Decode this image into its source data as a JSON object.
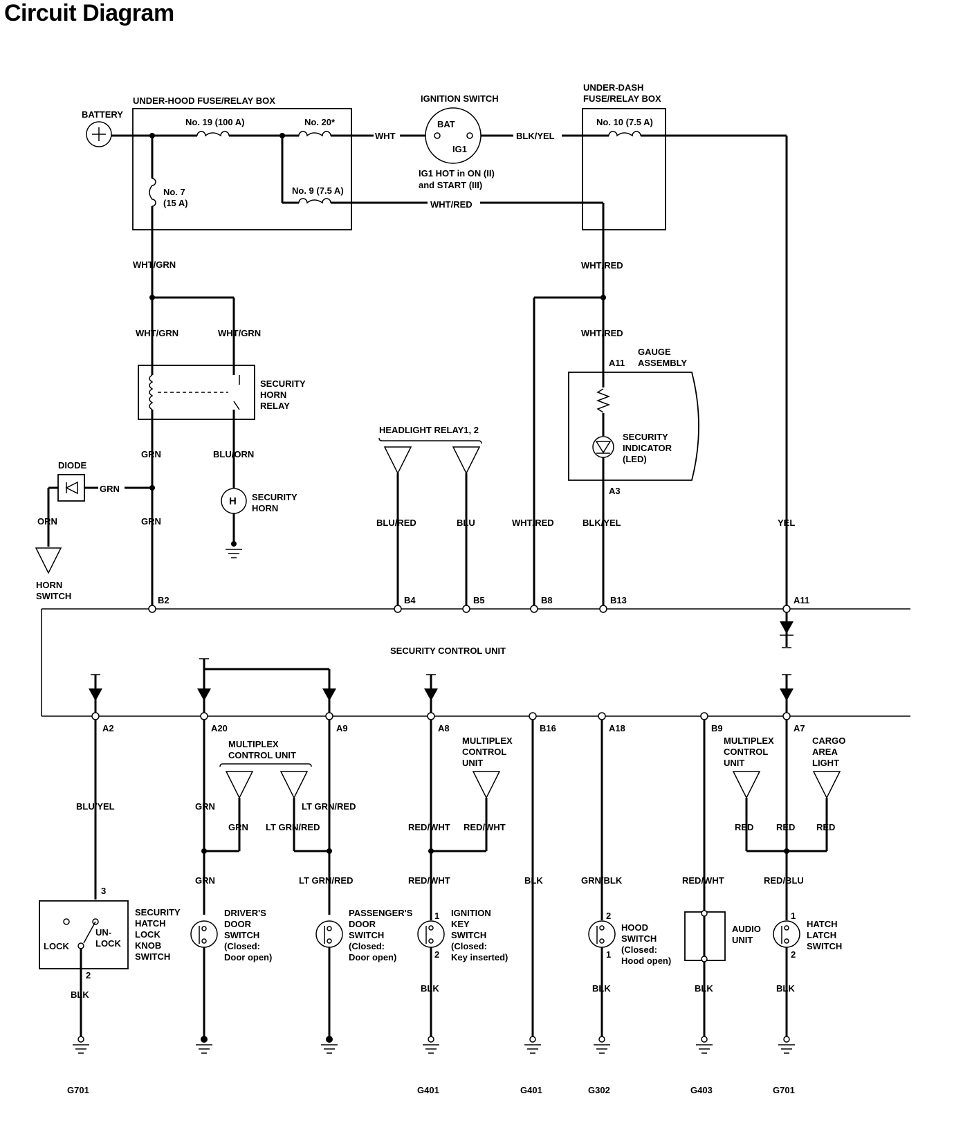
{
  "title": "Circuit Diagram",
  "components": {
    "battery": "BATTERY",
    "under_hood_box": "UNDER-HOOD FUSE/RELAY BOX",
    "fuse19": "No. 19 (100 A)",
    "fuse20": "No. 20*",
    "fuse7_a": "No. 7",
    "fuse7_b": "(15 A)",
    "fuse9": "No. 9 (7.5 A)",
    "ignition_switch": "IGNITION SWITCH",
    "bat": "BAT",
    "ig1": "IG1",
    "ig_note_1": "IG1 HOT in ON (II)",
    "ig_note_2": "and START (III)",
    "under_dash_box_1": "UNDER-DASH",
    "under_dash_box_2": "FUSE/RELAY BOX",
    "fuse10": "No. 10 (7.5 A)",
    "relay_1": "SECURITY",
    "relay_2": "HORN",
    "relay_3": "RELAY",
    "diode": "DIODE",
    "horn_1": "SECURITY",
    "horn_2": "HORN",
    "horn_switch_1": "HORN",
    "horn_switch_2": "SWITCH",
    "headlight_relay": "HEADLIGHT RELAY1, 2",
    "gauge_1": "GAUGE",
    "gauge_2": "ASSEMBLY",
    "indicator_1": "SECURITY",
    "indicator_2": "INDICATOR",
    "indicator_3": "(LED)",
    "scu": "SECURITY CONTROL UNIT",
    "mcu_left_1": "MULTIPLEX",
    "mcu_left_2": "CONTROL UNIT",
    "mcu_mid_1": "MULTIPLEX",
    "mcu_mid_2": "CONTROL",
    "mcu_mid_3": "UNIT",
    "mcu_right_1": "MULTIPLEX",
    "mcu_right_2": "CONTROL",
    "mcu_right_3": "UNIT",
    "cargo_1": "CARGO",
    "cargo_2": "AREA",
    "cargo_3": "LIGHT",
    "hatch_lock_1": "SECURITY",
    "hatch_lock_2": "HATCH",
    "hatch_lock_3": "LOCK",
    "hatch_lock_4": "KNOB",
    "hatch_lock_5": "SWITCH",
    "lock": "LOCK",
    "unlock_1": "UN-",
    "unlock_2": "LOCK",
    "drv_1": "DRIVER'S",
    "drv_2": "DOOR",
    "drv_3": "SWITCH",
    "drv_4": "(Closed:",
    "drv_5": "Door open)",
    "pas_1": "PASSENGER'S",
    "pas_2": "DOOR",
    "pas_3": "SWITCH",
    "pas_4": "(Closed:",
    "pas_5": "Door open)",
    "ign_1": "IGNITION",
    "ign_2": "KEY",
    "ign_3": "SWITCH",
    "ign_4": "(Closed:",
    "ign_5": "Key inserted)",
    "hood_1": "HOOD",
    "hood_2": "SWITCH",
    "hood_3": "(Closed:",
    "hood_4": "Hood open)",
    "audio_1": "AUDIO",
    "audio_2": "UNIT",
    "hatch_latch_1": "HATCH",
    "hatch_latch_2": "LATCH",
    "hatch_latch_3": "SWITCH"
  },
  "wires": {
    "wht": "WHT",
    "blk_yel": "BLK/YEL",
    "wht_red": "WHT/RED",
    "wht_grn": "WHT/GRN",
    "grn": "GRN",
    "blu_orn": "BLU/ORN",
    "orn": "ORN",
    "blu_red": "BLU/RED",
    "blu": "BLU",
    "yel": "YEL",
    "blu_yel": "BLU/YEL",
    "blk": "BLK",
    "lt_grn_red": "LT GRN/RED",
    "red_wht": "RED/WHT",
    "grn_blk": "GRN/BLK",
    "red": "RED",
    "red_blu": "RED/BLU"
  },
  "pins": {
    "b2": "B2",
    "b4": "B4",
    "b5": "B5",
    "b8": "B8",
    "b13": "B13",
    "a11": "A11",
    "a2": "A2",
    "a20": "A20",
    "a9": "A9",
    "a8": "A8",
    "b16": "B16",
    "a18": "A18",
    "b9": "B9",
    "a7": "A7",
    "gauge_a11": "A11",
    "gauge_a3": "A3",
    "p1": "1",
    "p2": "2",
    "p3": "3"
  },
  "grounds": {
    "g701_a": "G701",
    "g401_a": "G401",
    "g401_b": "G401",
    "g302": "G302",
    "g403": "G403",
    "g701_b": "G701"
  }
}
